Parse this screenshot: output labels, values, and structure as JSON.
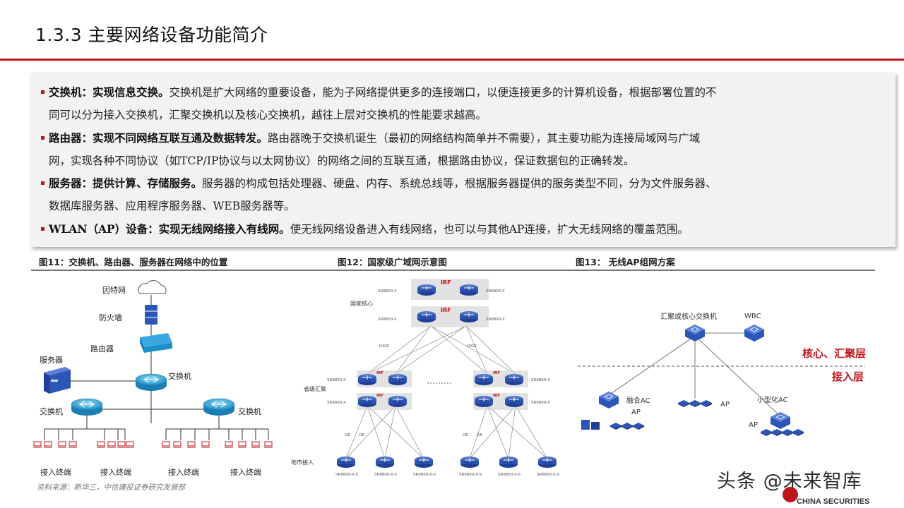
{
  "page_title": "1.3.3 主要网络设备功能简介",
  "paragraphs": [
    {
      "lead": "交换机：实现信息交换。",
      "line1": "交换机是扩大网络的重要设备，能为子网络提供更多的连接端口，以便连接更多的计算机设备，根据部署位置的不",
      "line2": "同可以分为接入交换机，汇聚交换机以及核心交换机，越往上层对交换机的性能要求越高。"
    },
    {
      "lead": "路由器：实现不同网络互联互通及数据转发。",
      "line1": "路由器晚于交换机诞生（最初的网络结构简单并不需要），其主要功能为连接局域网与广域",
      "line2": "网，实现各种不同协议（如TCP/IP协议与以太网协议）的网络之间的互联互通，根据路由协议，保证数据包的正确转发。"
    },
    {
      "lead": "服务器：提供计算、存储服务。",
      "line1": "服务器的构成包括处理器、硬盘、内存、系统总线等，根据服务器提供的服务类型不同，分为文件服务器、",
      "line2": "数据库服务器、应用程序服务器、WEB服务器等。"
    },
    {
      "lead": "WLAN（AP）设备：实现无线网络接入有线网。",
      "line1": "使无线网络设备进入有线网络，也可以与其他AP连接，扩大无线网络的覆盖范围。",
      "line2": ""
    }
  ],
  "figures": {
    "fig11": {
      "caption": "图11：交换机、路由器、服务器在网络中的位置",
      "internet": "因特网",
      "firewall": "防火墙",
      "router": "路由器",
      "server": "服务器",
      "switch_core": "交换机",
      "switch_left": "交换机",
      "switch_right": "交换机",
      "terminals": [
        "接入终端",
        "接入终端",
        "接入终端",
        "接入终端"
      ]
    },
    "fig12": {
      "caption": "图12：国家级广域网示意图",
      "national_core": "国家核心",
      "provincial": "省级汇聚",
      "city_access": "地市接入",
      "irf": "IRF",
      "model_core": "SR8800-X",
      "model_access": "SR8800-X-S",
      "link_10ge": "10GE",
      "link_ge": "GE"
    },
    "fig13": {
      "caption": "图13：  无线AP组网方案",
      "core_switch": "汇聚或核心交换机",
      "wbc": "WBC",
      "core_layer": "核心、汇聚层",
      "access_layer": "接入层",
      "converged_ac": "融合AC",
      "ap1": "AP",
      "ap2": "AP",
      "small_ac": "小型化AC",
      "ap3": "AP"
    }
  },
  "source": "资料来源：新华三，中信建投证券研究发展部",
  "watermark": "头条 @未来智库",
  "logo_text": "CHINA SECURITIES",
  "colors": {
    "accent_red": "#c0141b",
    "device_blue": "#2b56b5",
    "cyan_switch": "#21a1d6"
  }
}
